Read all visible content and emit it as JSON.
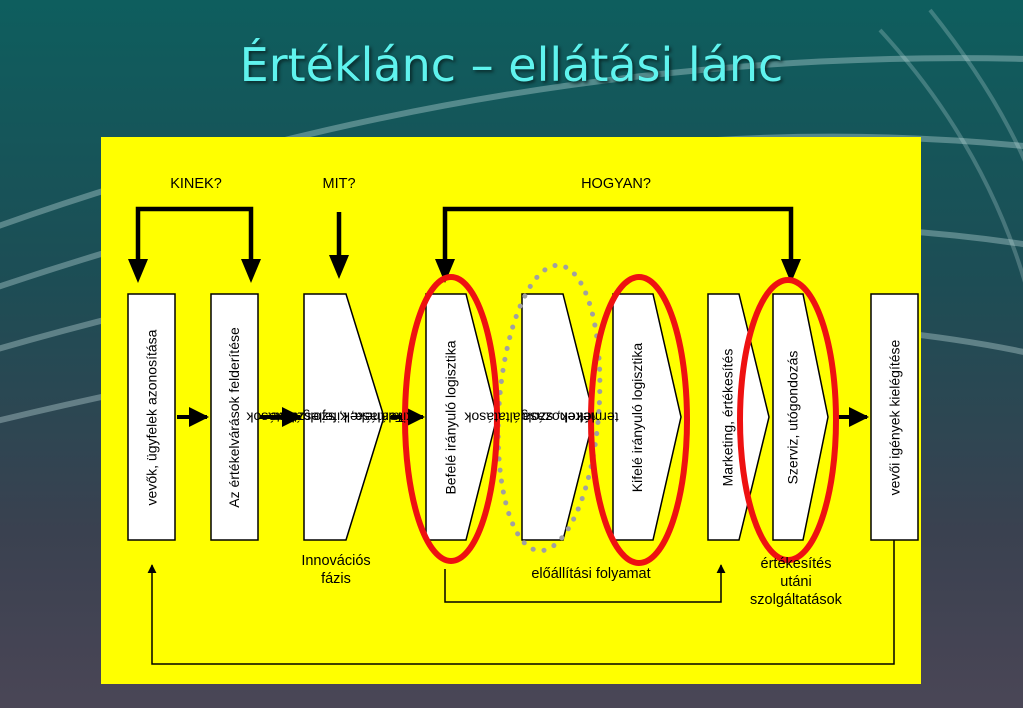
{
  "title": "Értéklánc – ellátási lánc",
  "headers": {
    "kinek": "KINEK?",
    "mit": "MIT?",
    "hogyan": "HOGYAN?"
  },
  "boxes": {
    "vevok": "vevők, ügyfelek azonosítása",
    "elvarasok": "Az értékelvárások felderítése",
    "termekek_line1": "Termékek, szolgáltatások",
    "termekek_line2": "kitalálása, kifejlesztése",
    "befele": "Befelé irányuló logisztika",
    "letrehozas_line1": "termékek, szolgáltatások",
    "letrehozas_line2": "létrehozása",
    "kifele": "Kifelé irányuló logisztika",
    "marketing": "Marketing, értékesítés",
    "szerviz": "Szerviz, utógondozás",
    "kielegites": "vevői igények kielégítése"
  },
  "captions": {
    "innovacios_line1": "Innovációs",
    "innovacios_line2": "fázis",
    "eloallitasi": "előállítási folyamat",
    "ertekesites_line1": "értékesítés",
    "ertekesites_line2": "utáni",
    "ertekesites_line3": "szolgáltatások"
  },
  "colors": {
    "panel": "#ffff00",
    "highlight_ring": "#ee1111",
    "dotted_ring": "#a0a0a0",
    "title": "#5ff3ee"
  }
}
